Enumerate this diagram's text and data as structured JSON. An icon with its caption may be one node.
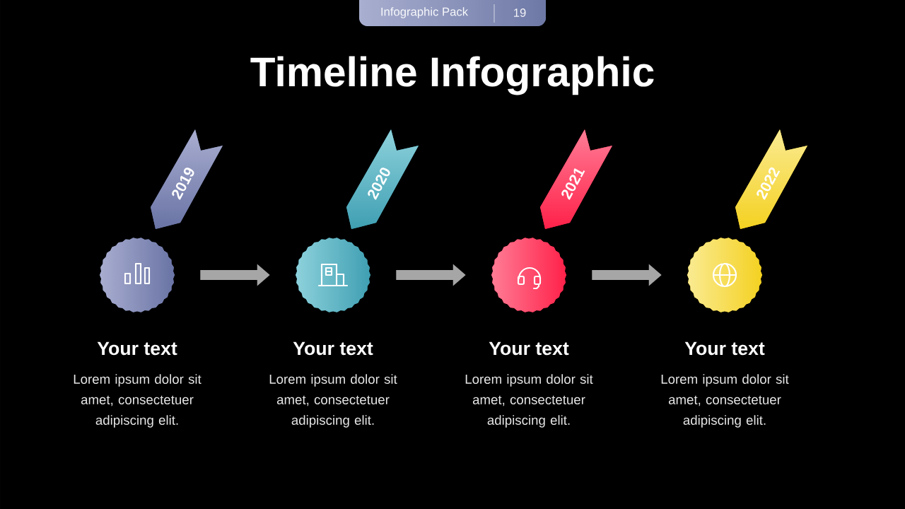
{
  "diagram": {
    "title": "Timeline Infographic",
    "nodes": [
      {
        "text": [
          "2019"
        ]
      },
      {
        "text": [
          "2020"
        ]
      },
      {
        "text": [
          "2021"
        ]
      },
      {
        "text": [
          "2022"
        ]
      },
      {
        "text": [],
        "shape": "circle",
        "beside": [
          "Your text",
          "Lorem ipsum dolor sit amet, consectetuer adipiscing elit."
        ]
      },
      {
        "text": [],
        "shape": "circle",
        "beside": [
          "Your text",
          "Lorem ipsum dolor sit amet, consectetuer adipiscing elit."
        ]
      },
      {
        "text": [],
        "shape": "circle",
        "beside": [
          "Your text",
          "Lorem ipsum dolor sit amet, consectetuer adipiscing elit."
        ]
      },
      {
        "text": [],
        "shape": "circle",
        "beside": [
          "Your text",
          "Lorem ipsum dolor sit amet, consectetuer adipiscing elit."
        ]
      }
    ],
    "edges": [
      {
        "from": 4,
        "to": 5,
        "arrow": "to"
      },
      {
        "from": 5,
        "to": 6,
        "arrow": "to"
      },
      {
        "from": 6,
        "to": 7,
        "arrow": "to"
      }
    ],
    "labels": [
      "Infographic Pack",
      "19"
    ]
  }
}
